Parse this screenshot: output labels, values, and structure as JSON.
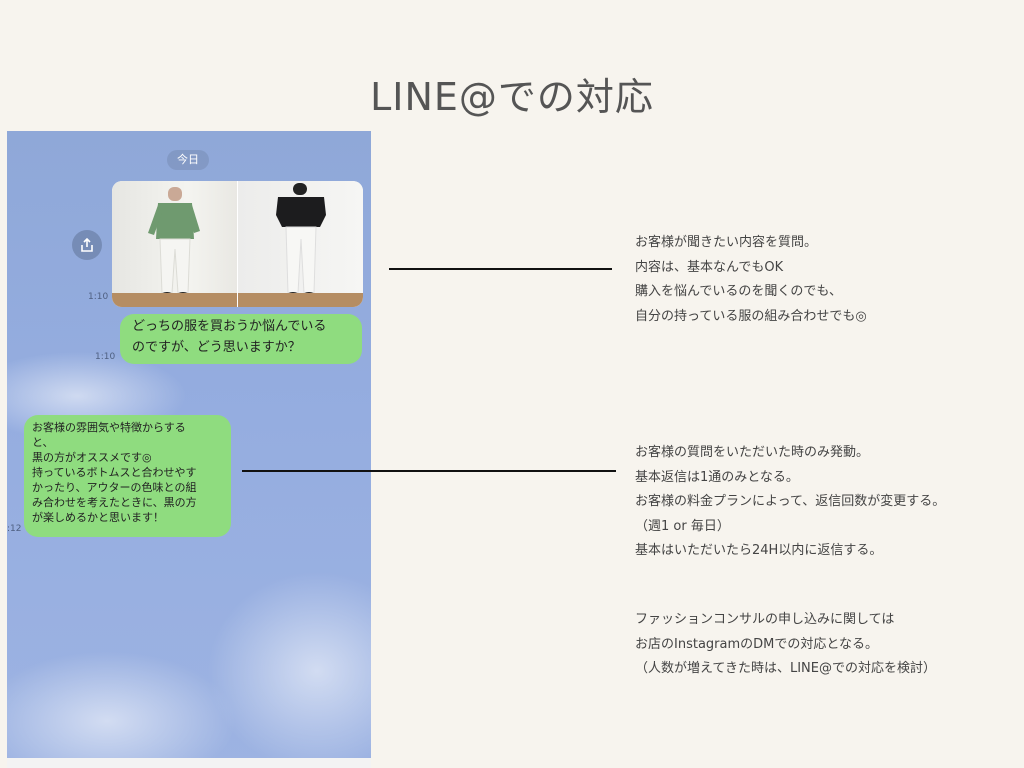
{
  "slide": {
    "title": "LINE@での対応"
  },
  "chat": {
    "date_label": "今日",
    "photos_time": "1:10",
    "sent_time": "1:10",
    "recv_time": ":12",
    "sent_message": "どっちの服を買おうか悩んでいる\nのですが、どう思いますか？",
    "received_message": "お客様の雰囲気や特徴からする\nと、\n黒の方がオススメです◎\n持っているボトムスと合わせやす\nかったり、アウターの色味との組\nみ合わせを考えたときに、黒の方\nが楽しめるかと思います！",
    "share_icon": "share-icon",
    "colors": {
      "background": "#8fa8d8",
      "bubble": "#8fdc7f"
    }
  },
  "notes": {
    "first": [
      "お客様が聞きたい内容を質問。",
      "内容は、基本なんでもOK",
      "購入を悩んでいるのを聞くのでも、",
      "自分の持っている服の組み合わせでも◎"
    ],
    "second": [
      "お客様の質問をいただいた時のみ発動。",
      "基本返信は1通のみとなる。",
      "お客様の料金プランによって、返信回数が変更する。",
      "（週1  or  毎日）",
      "基本はいただいたら24H以内に返信する。"
    ],
    "third": [
      "ファッションコンサルの申し込みに関しては",
      "お店のInstagramのDMでの対応となる。",
      "（人数が増えてきた時は、LINE@での対応を検討）"
    ]
  }
}
